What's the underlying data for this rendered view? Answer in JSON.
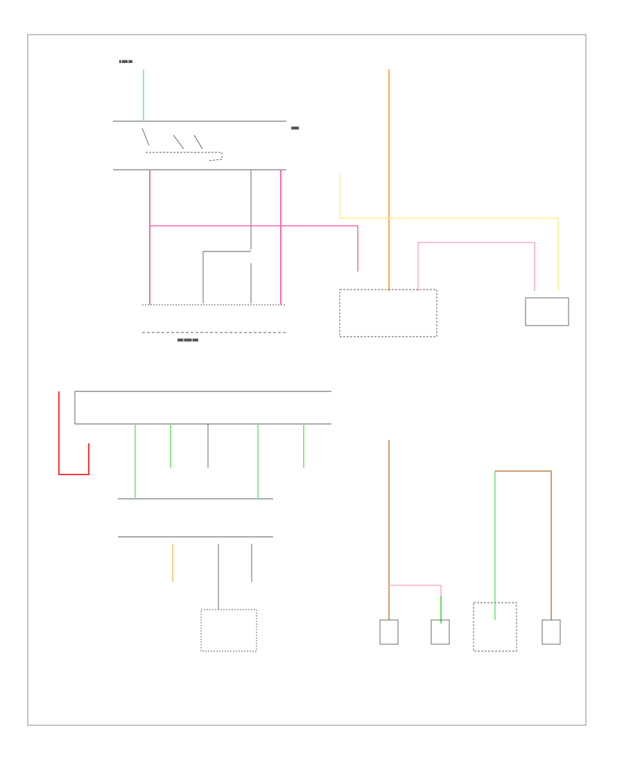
{
  "figure_id": "",
  "colors": {
    "border": "#999999",
    "line_default": "#333333",
    "pink": "#ff66aa",
    "light_blue": "#88e8e0",
    "orange": "#ffaa55",
    "yellow": "#ffee88",
    "red": "#ff3333",
    "green": "#88ee88",
    "tan": "#c8a070",
    "light_orange": "#ffcc88",
    "light_pink": "#ffaacc",
    "dark_green": "#66dd66"
  },
  "wires": [
    {
      "name": "wire-lightblue-fuse-feed",
      "color": "light_blue"
    },
    {
      "name": "wire-pink-ignition-left",
      "color": "pink"
    },
    {
      "name": "wire-pink-ignition-right",
      "color": "pink"
    },
    {
      "name": "wire-pink-horizontal",
      "color": "pink"
    },
    {
      "name": "wire-orange-vertical",
      "color": "orange"
    },
    {
      "name": "wire-yellow-horizontal",
      "color": "yellow"
    },
    {
      "name": "wire-pink-module",
      "color": "light_pink"
    },
    {
      "name": "wire-red-battery",
      "color": "red"
    },
    {
      "name": "wire-green-cluster-1",
      "color": "green"
    },
    {
      "name": "wire-green-cluster-2",
      "color": "green"
    },
    {
      "name": "wire-green-cluster-3",
      "color": "green"
    },
    {
      "name": "wire-green-cluster-4",
      "color": "green"
    },
    {
      "name": "wire-lightorange-lamp",
      "color": "light_orange"
    },
    {
      "name": "wire-tan-sensor-feed",
      "color": "tan"
    },
    {
      "name": "wire-lightpink-sensor",
      "color": "light_pink"
    },
    {
      "name": "wire-green-sensor",
      "color": "dark_green"
    },
    {
      "name": "wire-green-stoplamp",
      "color": "green"
    },
    {
      "name": "wire-tan-stoplamp",
      "color": "tan"
    }
  ]
}
